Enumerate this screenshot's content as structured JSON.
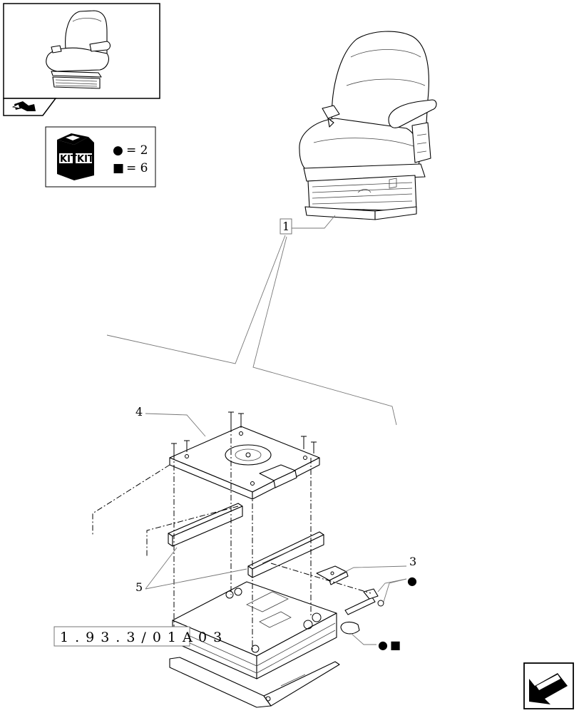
{
  "thumbnail": {
    "icon": "seat-thumbnail-image"
  },
  "nav_back": {
    "icon": "back-arrow-icon"
  },
  "kit": {
    "badge_text_left": "KIT",
    "badge_text_right": "KIT",
    "line1_symbol": "●",
    "line1_text": "= 2",
    "line2_symbol": "■",
    "line2_text": "= 6"
  },
  "callouts": {
    "item1": "1",
    "item3": "3",
    "item4": "4",
    "item5": "5"
  },
  "reference": {
    "code": "1.93.3/01A",
    "sheet": "03"
  },
  "symbols": {
    "item3_marker": "●",
    "item3b_marker_circle": "●",
    "item3b_marker_square": "■"
  },
  "nav_next": {
    "icon": "next-page-arrow-icon"
  }
}
